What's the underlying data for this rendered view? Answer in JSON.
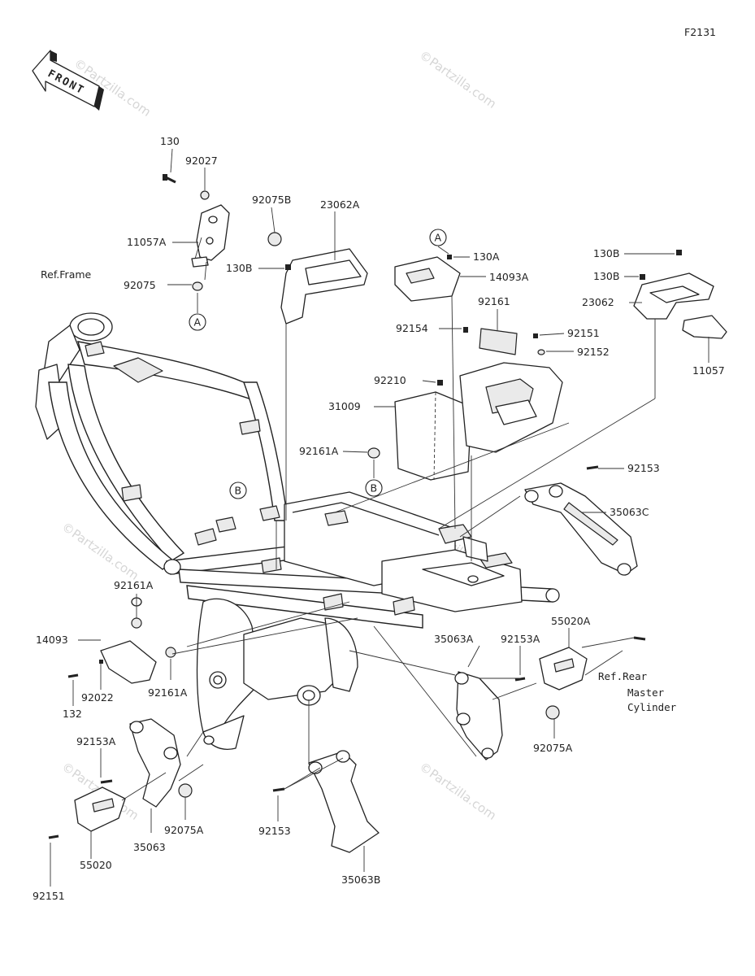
{
  "figure_code": "F2131",
  "front_arrow_text": "FRONT",
  "watermark": "©Partzilla.com",
  "ref_notes": {
    "frame": "Ref.Frame",
    "rear_master": [
      "Ref.Rear",
      "Master",
      "Cylinder"
    ]
  },
  "circle_markers": {
    "a": "A",
    "b": "B"
  },
  "part_labels": {
    "p130": "130",
    "p92027": "92027",
    "p92075B": "92075B",
    "p23062A": "23062A",
    "p11057A": "11057A",
    "p130B_1": "130B",
    "p92075": "92075",
    "p130A": "130A",
    "p14093A": "14093A",
    "p130B_2": "130B",
    "p130B_3": "130B",
    "p23062": "23062",
    "p11057": "11057",
    "p92161": "92161",
    "p92154": "92154",
    "p92151_top": "92151",
    "p92152": "92152",
    "p92210": "92210",
    "p31009": "31009",
    "p92161A_mid": "92161A",
    "p92153_r": "92153",
    "p35063C": "35063C",
    "p92161A_l": "92161A",
    "p14093": "14093",
    "p92022": "92022",
    "p132": "132",
    "p92161A_b": "92161A",
    "p35063A": "35063A",
    "p92153A_r": "92153A",
    "p55020A": "55020A",
    "p92075A_r": "92075A",
    "p92153A_l": "92153A",
    "p92153_b": "92153",
    "p92075A_l": "92075A",
    "p35063": "35063",
    "p55020": "55020",
    "p92151_b": "92151",
    "p35063B": "35063B"
  }
}
